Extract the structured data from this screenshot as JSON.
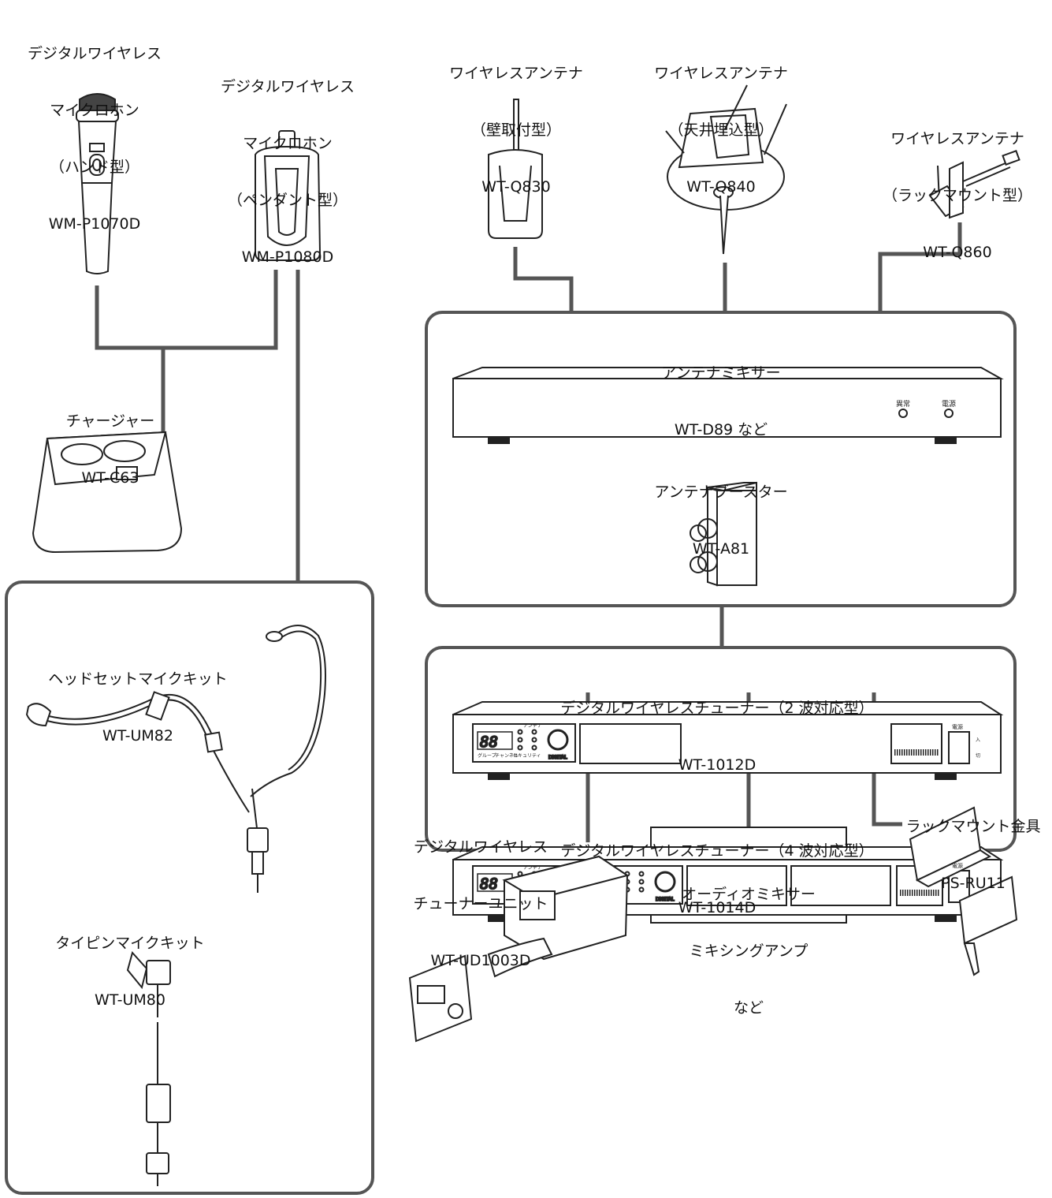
{
  "devices": {
    "handheld_mic": {
      "line1": "デジタルワイヤレス",
      "line2": "マイクロホン",
      "line3": "（ハンド型）",
      "model": "WM-P1070D"
    },
    "pendant_mic": {
      "line1": "デジタルワイヤレス",
      "line2": "マイクロホン",
      "line3": "（ペンダント型）",
      "model": "WM-P1080D"
    },
    "antenna_wall": {
      "line1": "ワイヤレスアンテナ",
      "line2": "（壁取付型）",
      "model": "WT-Q830"
    },
    "antenna_ceiling": {
      "line1": "ワイヤレスアンテナ",
      "line2": "（天井埋込型）",
      "model": "WT-Q840"
    },
    "antenna_rack": {
      "line1": "ワイヤレスアンテナ",
      "line2": "（ラックマウント型）",
      "model": "WT-Q860"
    },
    "charger": {
      "name": "チャージャー",
      "model": "WT-C63"
    },
    "antenna_mixer": {
      "name": "アンテナミキサー",
      "model": "WT-D89 など",
      "indicator_error": "異常",
      "indicator_power": "電源"
    },
    "antenna_booster": {
      "name": "アンテナブースター",
      "model": "WT-A81"
    },
    "headset_kit": {
      "name": "ヘッドセットマイクキット",
      "model": "WT-UM82"
    },
    "tiepin_kit": {
      "name": "タイピンマイクキット",
      "model": "WT-UM80"
    },
    "tuner_2wave": {
      "name": "デジタルワイヤレスチューナー（2 波対応型）",
      "model": "WT-1012D"
    },
    "tuner_4wave": {
      "name": "デジタルワイヤレスチューナー（4 波対応型）",
      "model": "WT-1014D"
    },
    "tuner_unit": {
      "line1": "デジタルワイヤレス",
      "line2": "チューナーユニット",
      "model": "WT-UD1003D"
    },
    "audio_mixer": {
      "line1": "オーディオミキサー",
      "line2": "ミキシングアンプ",
      "line3": "など"
    },
    "rack_bracket": {
      "name": "ラックマウント金具",
      "model": "PS-RU11"
    }
  },
  "tuner_panel": {
    "display": "88",
    "digital": "DIGITAL",
    "antenna": "アンテナ",
    "group": "グループ",
    "channel": "チャンネル",
    "security": "セキュリティ",
    "power_label": "電源",
    "on": "入",
    "off": "切"
  }
}
